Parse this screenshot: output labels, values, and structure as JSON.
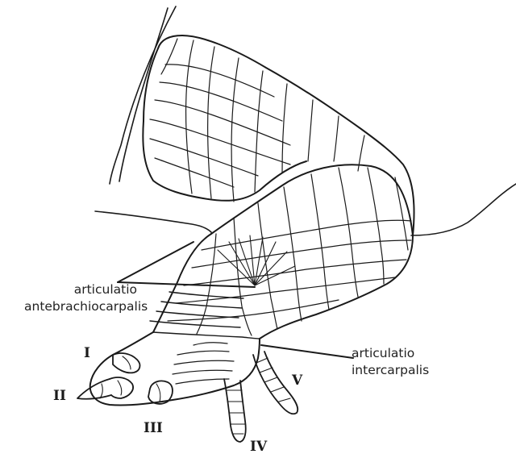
{
  "labels": {
    "antebrachiocarpal": {
      "line1": "articulatio",
      "line2": "antebrachiocarpalis"
    },
    "intercarpal": {
      "line1": "articulatio",
      "line2": "intercarpalis"
    }
  },
  "digits": {
    "d1": "I",
    "d2": "II",
    "d3": "III",
    "d4": "IV",
    "d5": "V"
  },
  "colors": {
    "ink": "#1a1a1a",
    "background": "#ffffff"
  }
}
